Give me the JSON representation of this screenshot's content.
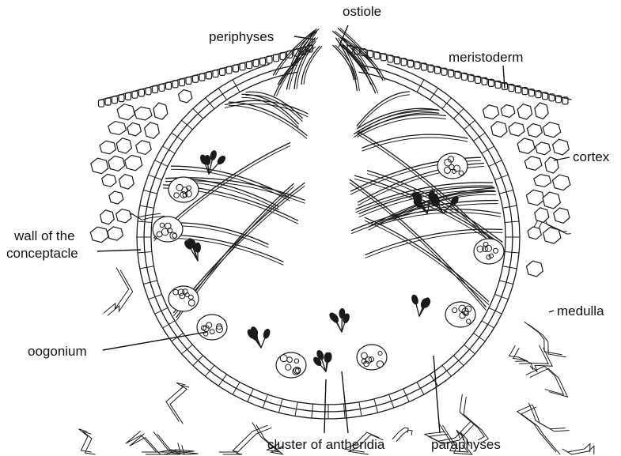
{
  "labels": {
    "ostiole": "ostiole",
    "periphyses": "periphyses",
    "meristoderm": "meristoderm",
    "cortex": "cortex",
    "wall_line1": "wall of the",
    "wall_line2": "conceptacle",
    "medulla": "medulla",
    "oogonium": "oogonium",
    "antheridia": "cluster of antheridia",
    "paraphyses": "paraphyses"
  }
}
